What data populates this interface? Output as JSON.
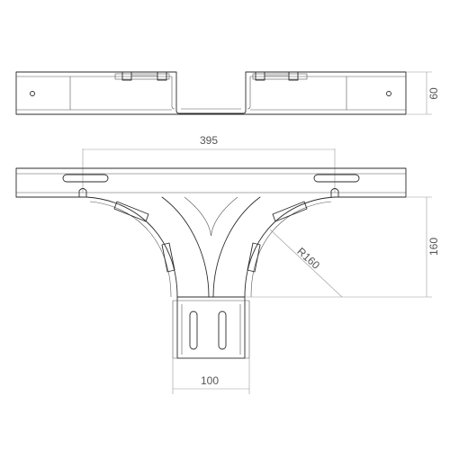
{
  "dimensions": {
    "height_top_view": "60",
    "width_span": "395",
    "height_plan": "160",
    "radius": "R160",
    "branch_width": "100"
  },
  "colors": {
    "line": "#2b2b2b",
    "dimension": "#9a9a9a",
    "text": "#555555"
  }
}
